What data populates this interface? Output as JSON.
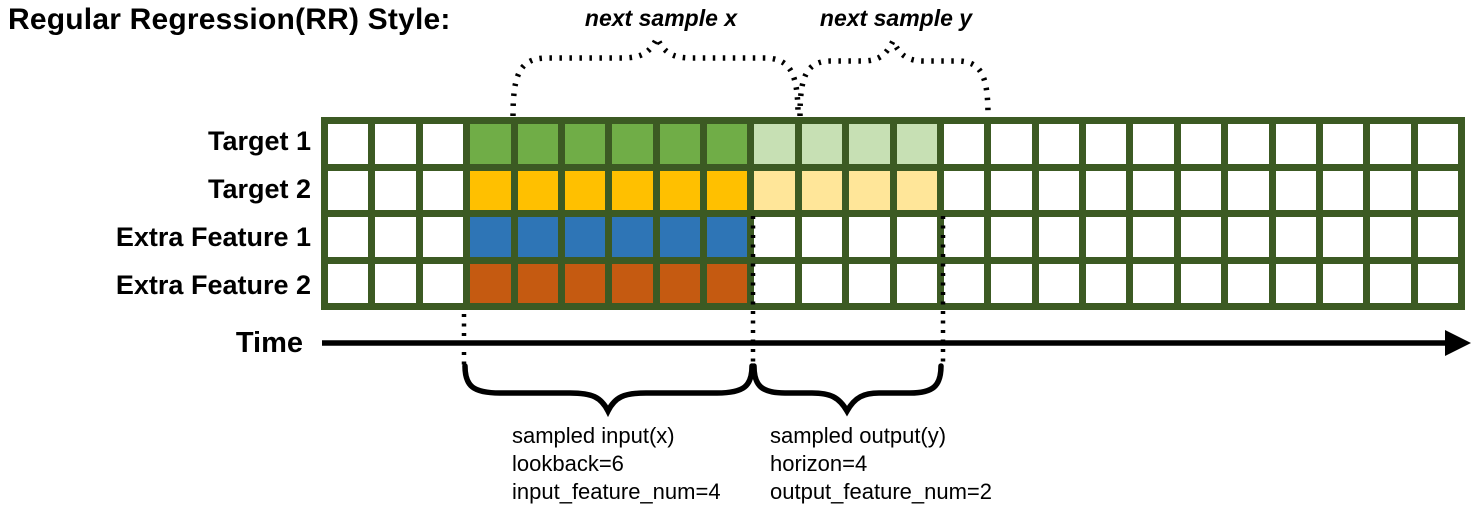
{
  "title": "Regular Regression(RR) Style:",
  "annotations": {
    "next_sample_x": "next sample x",
    "next_sample_y": "next sample y",
    "time_label": "Time",
    "input_block": [
      "sampled input(x)",
      "lookback=6",
      "input_feature_num=4"
    ],
    "output_block": [
      "sampled output(y)",
      "horizon=4",
      "output_feature_num=2"
    ]
  },
  "grid": {
    "columns": 24,
    "input_start_col": 3,
    "input_cols": 6,
    "output_cols": 4,
    "rows": [
      {
        "label": "Target 1",
        "solid_color": "#70ad47",
        "light_color": "#c7e0b4",
        "has_output": true
      },
      {
        "label": "Target 2",
        "solid_color": "#ffc000",
        "light_color": "#ffe699",
        "has_output": true
      },
      {
        "label": "Extra Feature 1",
        "solid_color": "#2e75b6",
        "light_color": null,
        "has_output": false
      },
      {
        "label": "Extra Feature 2",
        "solid_color": "#c55a11",
        "light_color": null,
        "has_output": false
      }
    ]
  },
  "colors": {
    "grid_border": "#3c5a23",
    "cell_empty": "#ffffff",
    "annotation_ink": "#000000"
  }
}
